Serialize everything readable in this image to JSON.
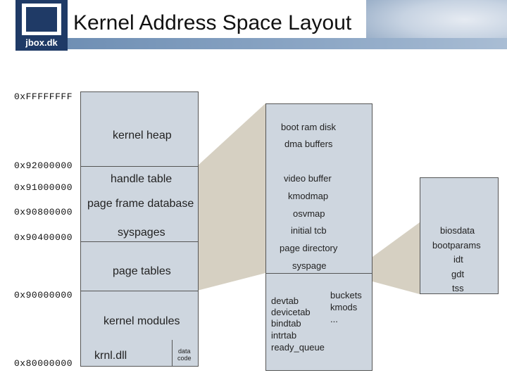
{
  "header": {
    "title": "Kernel Address Space Layout",
    "logo_text": "jbox.dk"
  },
  "addresses": [
    "0xFFFFFFFF",
    "0x92000000",
    "0x91000000",
    "0x90800000",
    "0x90400000",
    "0x90000000",
    "0x80000000"
  ],
  "main_column": {
    "kernel_heap": "kernel heap",
    "handle_table": "handle table",
    "page_frame_database": "page frame database",
    "syspages": "syspages",
    "page_tables": "page tables",
    "kernel_modules": "kernel modules",
    "krnl_dll": "krnl.dll",
    "data_code": "data\ncode"
  },
  "heap_column": {
    "boot_ram_disk": "boot ram disk",
    "dma_buffers": "dma buffers",
    "video_buffer": "video buffer",
    "kmodmap": "kmodmap",
    "osvmap": "osvmap",
    "initial_tcb": "initial tcb",
    "page_directory": "page directory",
    "syspage": "syspage",
    "devtab": "devtab",
    "devicetab": "devicetab",
    "bindtab": "bindtab",
    "intrtab": "intrtab",
    "ready_queue": "ready_queue",
    "buckets": "buckets",
    "kmods": "kmods",
    "ellipsis": "..."
  },
  "syspage_column": {
    "biosdata": "biosdata",
    "bootparams": "bootparams",
    "idt": "idt",
    "gdt": "gdt",
    "tss": "tss"
  },
  "colors": {
    "box_fill": "#ced6df",
    "connector_fill": "#d6d0c2",
    "border": "#555555",
    "logo": "#1f3a66"
  }
}
